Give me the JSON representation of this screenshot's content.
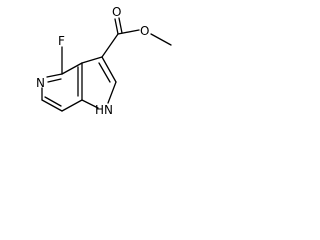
{
  "molecule": {
    "atoms": {
      "fluorine": "F",
      "pyridine_nitrogen": "N",
      "carbonyl_oxygen": "O",
      "ester_oxygen": "O",
      "pyrrole_nh": "N",
      "pyrrole_h": "H"
    },
    "colors": {
      "bond": "#000000",
      "atom_label": "#000000",
      "background": "#ffffff"
    }
  }
}
